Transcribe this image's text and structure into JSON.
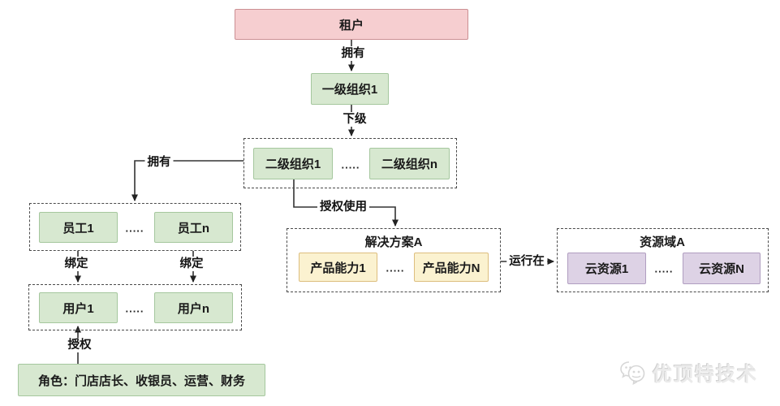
{
  "nodes": {
    "tenant": {
      "label": "租户"
    },
    "level1_org": {
      "label": "一级组织1"
    },
    "level2_org_1": {
      "label": "二级组织1"
    },
    "level2_org_n": {
      "label": "二级组织n"
    },
    "employee_1": {
      "label": "员工1"
    },
    "employee_n": {
      "label": "员工n"
    },
    "user_1": {
      "label": "用户1"
    },
    "user_n": {
      "label": "用户n"
    },
    "roles": {
      "label": "角色：门店店长、收银员、运营、财务"
    },
    "solution": {
      "title": "解决方案A"
    },
    "capability_1": {
      "label": "产品能力1"
    },
    "capability_n": {
      "label": "产品能力N"
    },
    "resource_domain": {
      "title": "资源域A"
    },
    "cloud_resource_1": {
      "label": "云资源1"
    },
    "cloud_resource_n": {
      "label": "云资源N"
    }
  },
  "edges": {
    "tenant_owns": "拥有",
    "subordinate": "下级",
    "org_owns_employees": "拥有",
    "authorized_use": "授权使用",
    "bind_1": "绑定",
    "bind_n": "绑定",
    "authorize": "授权",
    "runs_on": "运行在"
  },
  "ellipsis": ".....",
  "watermark": {
    "brand": "优顶特技术"
  },
  "colors": {
    "tenant_fill": "#f6ced0",
    "tenant_border": "#cb8f93",
    "org_fill": "#d7e8d0",
    "org_border": "#a5c79e",
    "capability_fill": "#fbf2d0",
    "capability_border": "#ddbe7e",
    "resource_fill": "#ddd2e5",
    "resource_border": "#b09ec0",
    "line": "#333333",
    "dashed_border": "#4a4a4a"
  }
}
